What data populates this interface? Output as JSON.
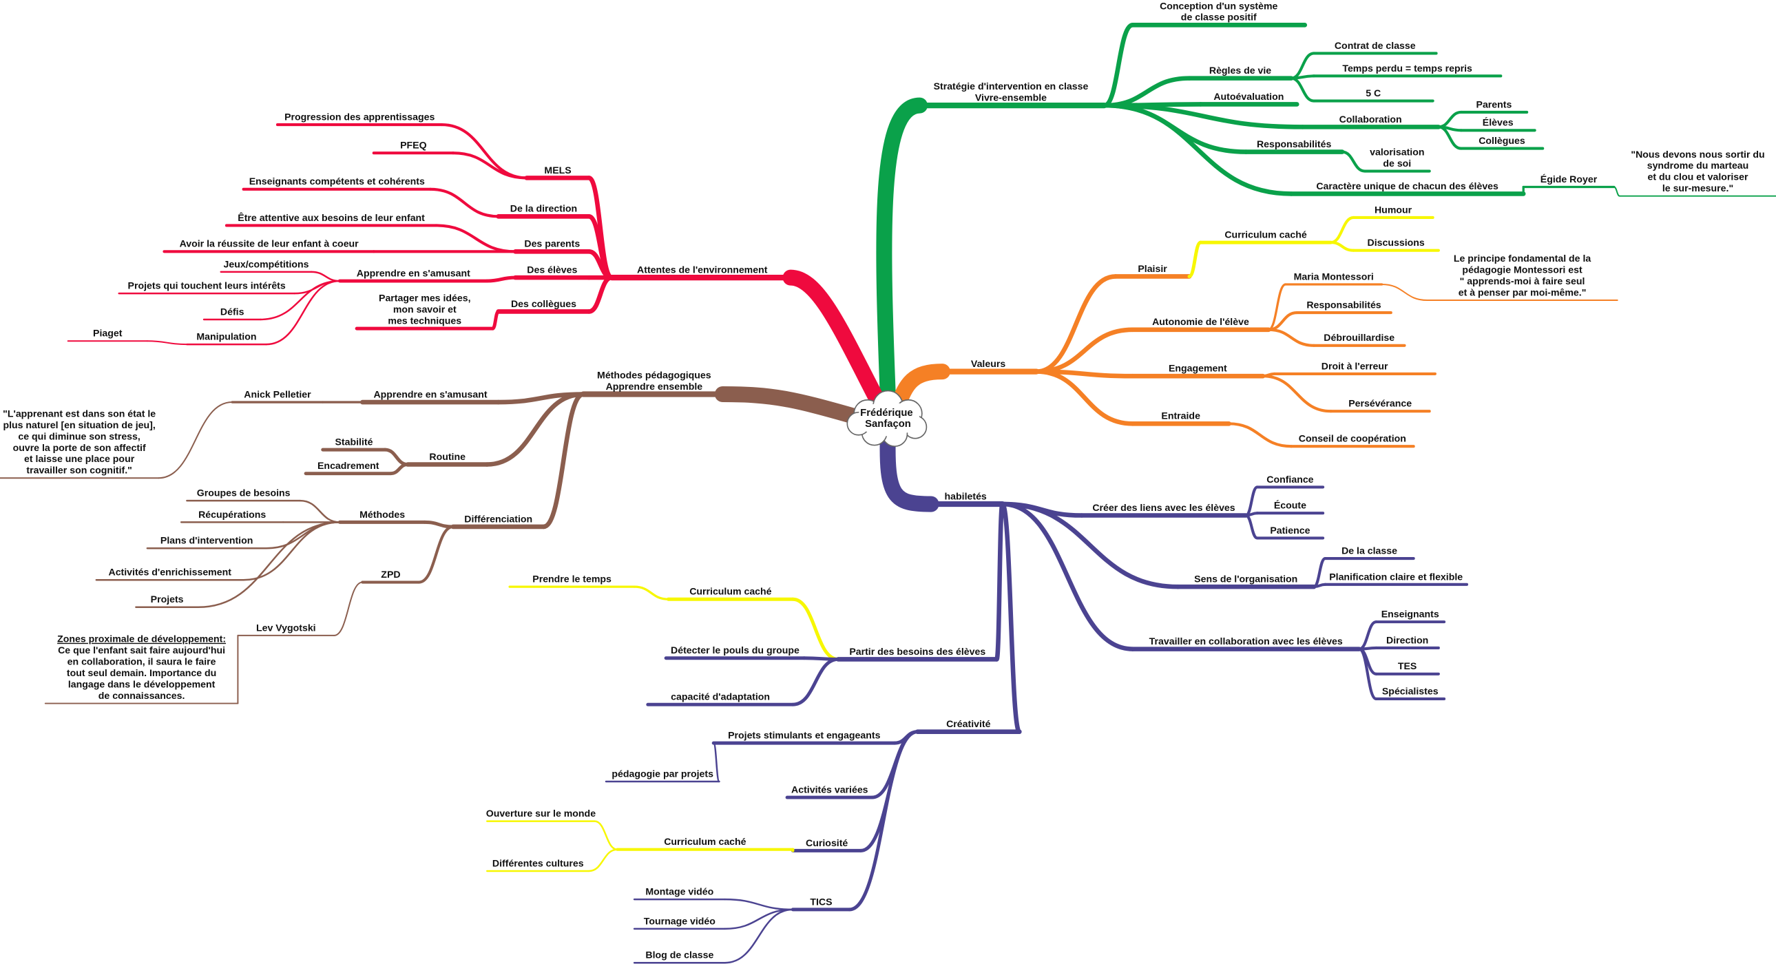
{
  "center": {
    "lines": [
      "Frédérique",
      "Sanfaçon"
    ]
  },
  "colors": {
    "green": "#0aa14a",
    "orange": "#f58025",
    "purple": "#4b4391",
    "red": "#ef0a3e",
    "brown": "#8b5e4e",
    "yellow": "#f7f700"
  },
  "branches": [
    {
      "lines": [
        "Stratégie d'intervention en classe",
        "Vivre-ensemble"
      ],
      "children": [
        {
          "lines": [
            "Conception d'un système",
            "de classe positif"
          ]
        },
        {
          "label": "Règles de vie",
          "children": [
            {
              "label": "Contrat de classe"
            },
            {
              "label": "Temps perdu = temps repris"
            },
            {
              "label": "5 C"
            }
          ]
        },
        {
          "label": "Autoévaluation"
        },
        {
          "label": "Collaboration",
          "children": [
            {
              "label": "Parents"
            },
            {
              "label": "Élèves"
            },
            {
              "label": "Collègues"
            }
          ]
        },
        {
          "label": "Responsabilités",
          "children": [
            {
              "lines": [
                "valorisation",
                "de soi"
              ]
            }
          ]
        },
        {
          "label": "Caractère unique de chacun des élèves",
          "children": [
            {
              "label": "Égide Royer",
              "children": [
                {
                  "lines": [
                    "\"Nous devons nous sortir du",
                    "syndrome du marteau",
                    "et du clou et valoriser",
                    "le sur-mesure.\""
                  ]
                }
              ]
            }
          ]
        }
      ]
    },
    {
      "label": "Valeurs",
      "children": [
        {
          "label": "Plaisir",
          "children": [
            {
              "label": "Curriculum caché",
              "children": [
                {
                  "label": "Humour"
                },
                {
                  "label": "Discussions"
                }
              ]
            }
          ]
        },
        {
          "label": "Autonomie de l'élève",
          "children": [
            {
              "label": "Maria Montessori",
              "children": [
                {
                  "lines": [
                    "Le principe fondamental de la",
                    "pédagogie Montessori est",
                    "\" apprends-moi à faire seul",
                    "et à penser par moi-même.\""
                  ]
                }
              ]
            },
            {
              "label": "Responsabilités"
            },
            {
              "label": "Débrouillardise"
            }
          ]
        },
        {
          "label": "Engagement",
          "children": [
            {
              "label": "Droit à l'erreur"
            },
            {
              "label": "Persévérance"
            }
          ]
        },
        {
          "label": "Entraide",
          "children": [
            {
              "label": "Conseil de coopération"
            }
          ]
        }
      ]
    },
    {
      "label": "habiletés",
      "children": [
        {
          "label": "Créer des liens avec les élèves",
          "children": [
            {
              "label": "Confiance"
            },
            {
              "label": "Écoute"
            },
            {
              "label": "Patience"
            }
          ]
        },
        {
          "label": "Sens de l'organisation",
          "children": [
            {
              "label": "De la classe"
            },
            {
              "label": "Planification claire et flexible"
            }
          ]
        },
        {
          "label": "Travailler en collaboration avec les élèves",
          "children": [
            {
              "label": "Enseignants"
            },
            {
              "label": "Direction"
            },
            {
              "label": "TES"
            },
            {
              "label": "Spécialistes"
            }
          ]
        },
        {
          "label": "Partir des besoins des élèves",
          "children": [
            {
              "label": "Curriculum caché",
              "children": [
                {
                  "label": "Prendre le temps"
                }
              ]
            },
            {
              "label": "Détecter le pouls du groupe"
            },
            {
              "label": "capacité d'adaptation"
            }
          ]
        },
        {
          "label": "Créativité",
          "children": [
            {
              "label": "Projets stimulants et engageants",
              "children": [
                {
                  "label": "pédagogie par projets"
                }
              ]
            },
            {
              "label": "Activités variées"
            },
            {
              "label": "Curiosité",
              "children": [
                {
                  "label": "Curriculum caché",
                  "children": [
                    {
                      "label": "Ouverture sur le monde"
                    },
                    {
                      "label": "Différentes cultures"
                    }
                  ]
                }
              ]
            },
            {
              "label": "TICS",
              "children": [
                {
                  "label": "Montage vidéo"
                },
                {
                  "label": "Tournage vidéo"
                },
                {
                  "label": "Blog de classe"
                }
              ]
            }
          ]
        }
      ]
    },
    {
      "label": "Attentes de l'environnement",
      "children": [
        {
          "label": "MELS",
          "children": [
            {
              "label": "Progression des apprentissages"
            },
            {
              "label": "PFEQ"
            }
          ]
        },
        {
          "label": "De la direction",
          "children": [
            {
              "label": "Enseignants compétents et cohérents"
            }
          ]
        },
        {
          "label": "Des parents",
          "children": [
            {
              "label": "Être attentive aux besoins de leur enfant"
            },
            {
              "label": "Avoir la réussite de leur enfant à coeur"
            }
          ]
        },
        {
          "label": "Des élèves",
          "children": [
            {
              "label": "Apprendre en s'amusant",
              "children": [
                {
                  "label": "Jeux/compétitions"
                },
                {
                  "label": "Projets qui touchent leurs intérêts"
                },
                {
                  "label": "Défis"
                },
                {
                  "label": "Manipulation",
                  "children": [
                    {
                      "label": "Piaget"
                    }
                  ]
                }
              ]
            }
          ]
        },
        {
          "label": "Des collègues",
          "children": [
            {
              "lines": [
                "Partager mes idées,",
                "mon savoir et",
                "mes techniques"
              ]
            }
          ]
        }
      ]
    },
    {
      "lines": [
        "Méthodes pédagogiques",
        "Apprendre ensemble"
      ],
      "children": [
        {
          "label": "Apprendre en s'amusant",
          "children": [
            {
              "label": "Anick Pelletier",
              "children": [
                {
                  "lines": [
                    "\"L'apprenant est dans son état le",
                    "plus naturel [en situation de jeu],",
                    "ce qui diminue son stress,",
                    "ouvre la porte de son affectif",
                    "et laisse une place pour",
                    "travailler son cognitif.\""
                  ]
                }
              ]
            }
          ]
        },
        {
          "label": "Routine",
          "children": [
            {
              "label": "Stabilité"
            },
            {
              "label": "Encadrement"
            }
          ]
        },
        {
          "label": "Différenciation",
          "children": [
            {
              "label": "Méthodes",
              "children": [
                {
                  "label": "Groupes de besoins"
                },
                {
                  "label": "Récupérations"
                },
                {
                  "label": "Plans d'intervention"
                },
                {
                  "label": "Activités d'enrichissement"
                },
                {
                  "label": "Projets"
                }
              ]
            },
            {
              "label": "ZPD",
              "children": [
                {
                  "label": "Lev Vygotski",
                  "children": [
                    {
                      "title": "Zones proximale de développement:",
                      "lines": [
                        "Ce que l'enfant sait faire aujourd'hui",
                        "en collaboration, il saura le faire",
                        "tout seul demain. Importance du",
                        "langage dans le développement",
                        "de connaissances."
                      ]
                    }
                  ]
                }
              ]
            }
          ]
        }
      ]
    }
  ]
}
